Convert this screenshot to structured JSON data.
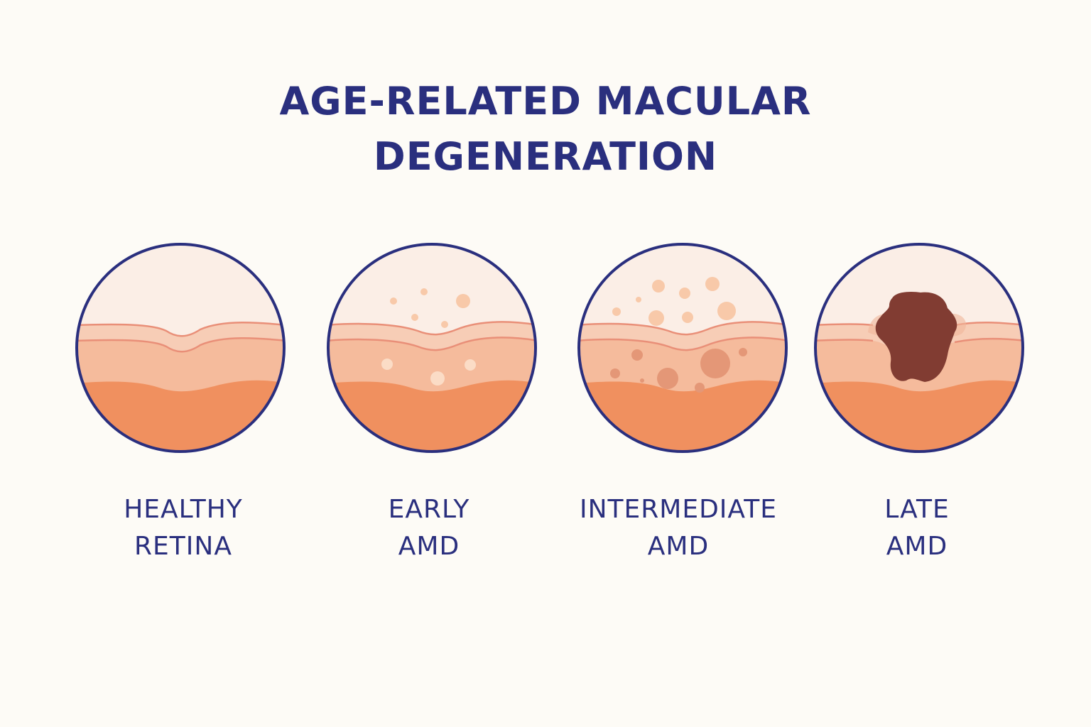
{
  "title": {
    "line1": "AGE-RELATED MACULAR",
    "line2": "DEGENERATION"
  },
  "colors": {
    "background": "#fdfbf6",
    "text": "#2a2f7e",
    "ring": "#2a2f7e",
    "upper_layer": "#fbeee6",
    "retina_band": "#f7cdb6",
    "mid_layer": "#f5bb9c",
    "deep_layer": "#f0905f",
    "drusen_light": "#f8c9a9",
    "drusen_pale": "#fbdcc6",
    "drusen_dark": "#e49777",
    "lesion": "#813c32"
  },
  "stages": [
    {
      "label_line1": "HEALTHY",
      "label_line2": "RETINA"
    },
    {
      "label_line1": "EARLY",
      "label_line2": "AMD"
    },
    {
      "label_line1": "INTERMEDIATE",
      "label_line2": "AMD"
    },
    {
      "label_line1": "LATE",
      "label_line2": "AMD"
    }
  ]
}
